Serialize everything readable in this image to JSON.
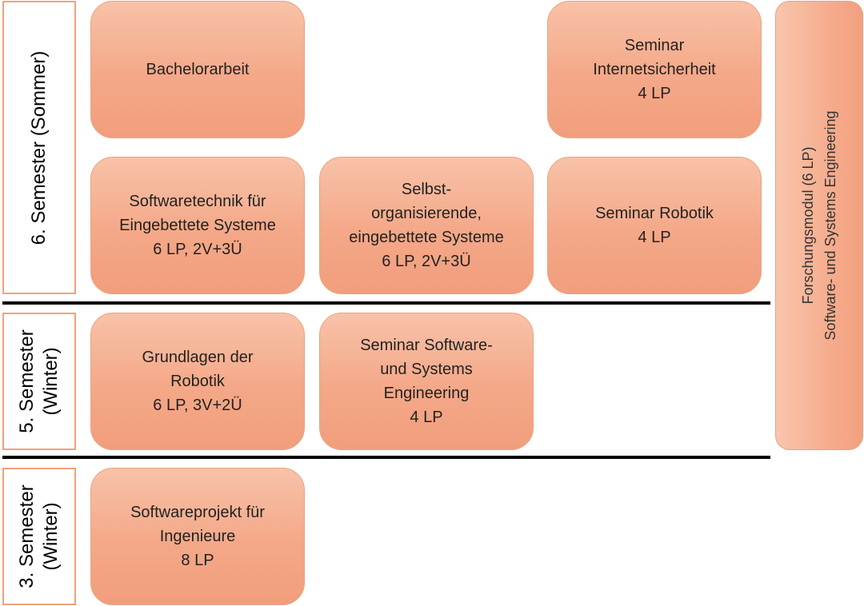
{
  "semesters": {
    "sem6": {
      "lines": [
        "6. Semester (Sommer)"
      ]
    },
    "sem5": {
      "lines": [
        "5. Semester",
        "(Winter)"
      ]
    },
    "sem3": {
      "lines": [
        "3. Semester",
        "(Winter)"
      ]
    }
  },
  "modules": {
    "bachelorarbeit": {
      "lines": [
        "Bachelorarbeit"
      ]
    },
    "seminar_internet": {
      "lines": [
        "Seminar",
        "Internetsicherheit",
        "4 LP"
      ]
    },
    "softwaretechnik": {
      "lines": [
        "Softwaretechnik für",
        "Eingebettete Systeme",
        "6 LP, 2V+3Ü"
      ]
    },
    "selbstorg": {
      "lines": [
        "Selbst-",
        "organisierende,",
        "eingebettete Systeme",
        "6 LP, 2V+3Ü"
      ]
    },
    "seminar_robotik": {
      "lines": [
        "Seminar Robotik",
        "4 LP"
      ]
    },
    "grundlagen_robotik": {
      "lines": [
        "Grundlagen der",
        "Robotik",
        "6 LP, 3V+2Ü"
      ]
    },
    "seminar_sse": {
      "lines": [
        "Seminar Software-",
        "und Systems",
        "Engineering",
        "4 LP"
      ]
    },
    "softwareprojekt": {
      "lines": [
        "Softwareprojekt für",
        "Ingenieure",
        "8 LP"
      ]
    }
  },
  "forschungsmodul": {
    "lines": [
      "Forschungsmodul (6 LP)",
      "Software- und Systems Engineering"
    ]
  }
}
